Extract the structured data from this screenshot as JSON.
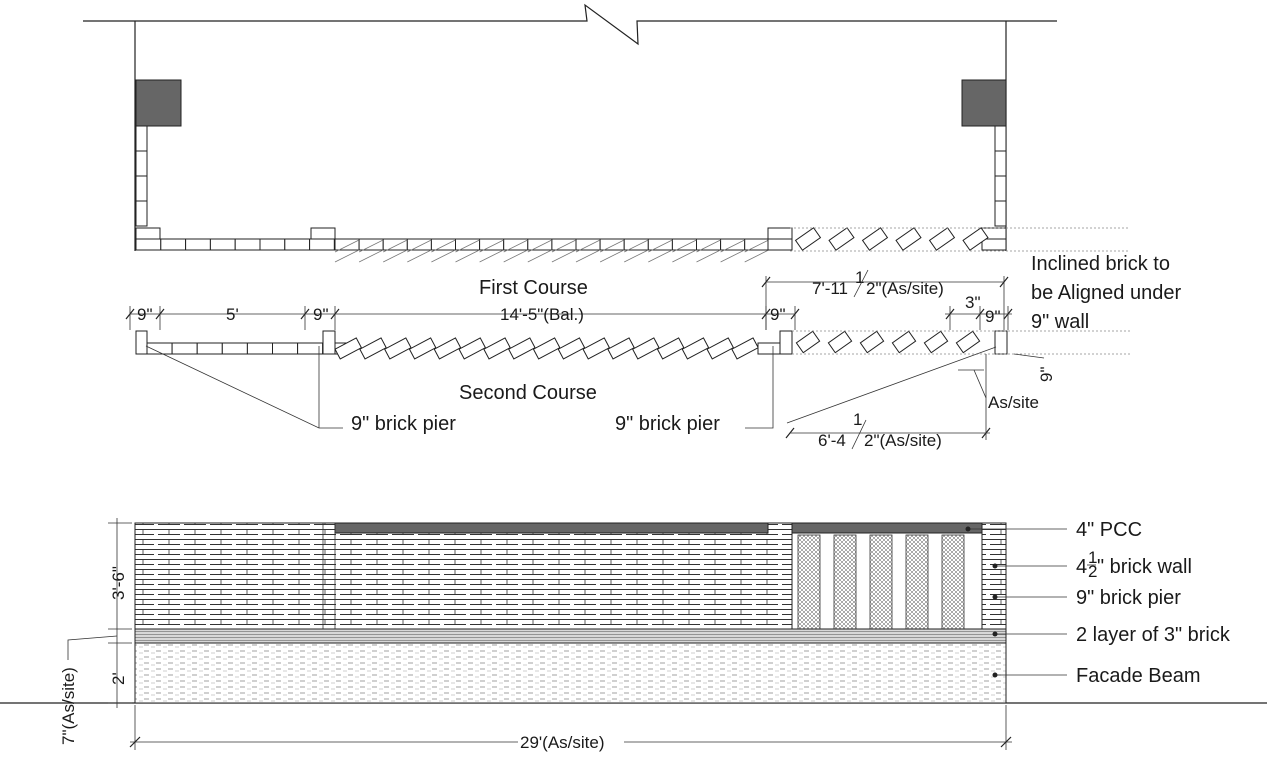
{
  "plan": {
    "first_course": "First Course",
    "second_course": "Second Course",
    "inclined_note": [
      "Inclined brick to",
      "be Aligned under",
      "9\" wall"
    ],
    "pier_label_left": "9\" brick pier",
    "pier_label_mid": "9\" brick pier",
    "as_site": "As/site",
    "dims": {
      "d_9a": "9\"",
      "d_5": "5'",
      "d_9b": "9\"",
      "d_14_5": "14'-5\"(Bal.)",
      "d_9c": "9\"",
      "d_7_11": "7'-11",
      "d_7_11_frac_top": "1",
      "d_7_11_frac_bot": "2\"(As/site)",
      "d_3": "3\"",
      "d_9d": "9\"",
      "d_9e": "9\"",
      "d_6_4": "6'-4",
      "d_6_4_frac_top": "1",
      "d_6_4_frac_bot": "2\"(As/site)"
    }
  },
  "elevation": {
    "labels": {
      "pcc": "4\" PCC",
      "brick_wall_a": "4",
      "brick_wall_frac_top": "1",
      "brick_wall_frac_bot": "2",
      "brick_wall_b": "\" brick wall",
      "pier": "9\" brick pier",
      "layers": "2 layer of 3\" brick",
      "beam": "Facade Beam"
    },
    "dims": {
      "h_3_6": "3'-6\"",
      "h_2": "2'",
      "h_7": "7\"(As/site)",
      "w_29": "29'(As/site)"
    }
  }
}
